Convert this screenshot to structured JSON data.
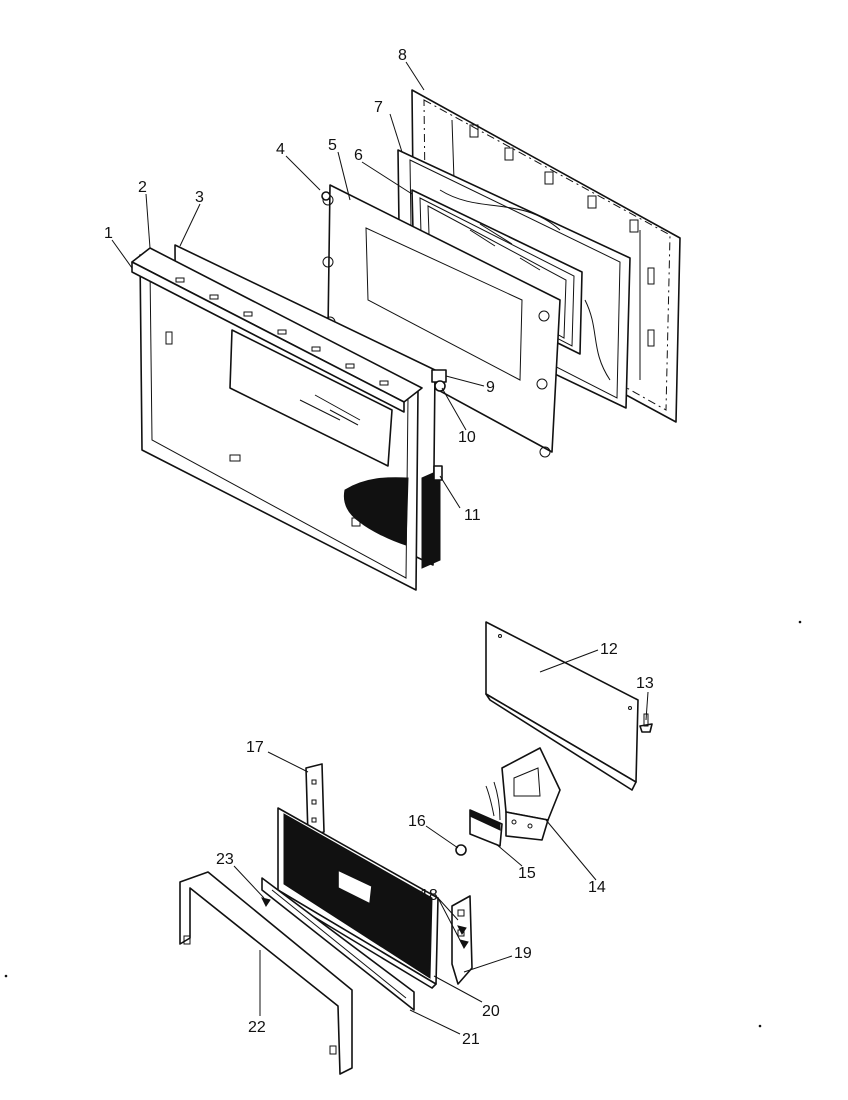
{
  "diagram": {
    "callouts": [
      {
        "id": "1",
        "label": "1"
      },
      {
        "id": "2",
        "label": "2"
      },
      {
        "id": "3",
        "label": "3"
      },
      {
        "id": "4",
        "label": "4"
      },
      {
        "id": "5",
        "label": "5"
      },
      {
        "id": "6",
        "label": "6"
      },
      {
        "id": "7",
        "label": "7"
      },
      {
        "id": "8",
        "label": "8"
      },
      {
        "id": "9",
        "label": "9"
      },
      {
        "id": "10",
        "label": "10"
      },
      {
        "id": "11",
        "label": "11"
      },
      {
        "id": "12",
        "label": "12"
      },
      {
        "id": "13",
        "label": "13"
      },
      {
        "id": "14",
        "label": "14"
      },
      {
        "id": "15",
        "label": "15"
      },
      {
        "id": "16",
        "label": "16"
      },
      {
        "id": "17",
        "label": "17"
      },
      {
        "id": "18",
        "label": "18"
      },
      {
        "id": "19",
        "label": "19"
      },
      {
        "id": "20",
        "label": "20"
      },
      {
        "id": "21",
        "label": "21"
      },
      {
        "id": "22",
        "label": "22"
      },
      {
        "id": "23",
        "label": "23"
      }
    ],
    "colors": {
      "line": "#111111",
      "background": "#ffffff"
    }
  }
}
